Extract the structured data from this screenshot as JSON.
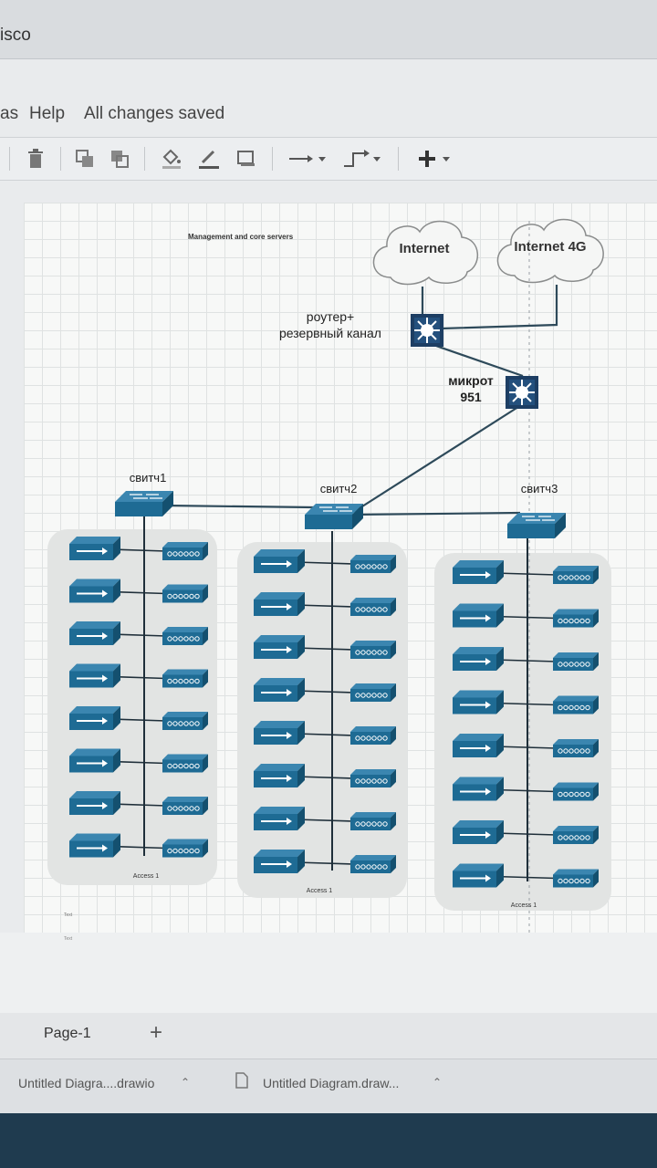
{
  "window": {
    "title": "isco"
  },
  "menu": {
    "partial_item": "as",
    "help": "Help",
    "status": "All changes saved"
  },
  "toolbar": {
    "delete_icon": "trash-icon",
    "to_front_icon": "to-front-icon",
    "to_back_icon": "to-back-icon",
    "fill_icon": "fill-color-icon",
    "line_icon": "line-color-icon",
    "shadow_icon": "shadow-icon",
    "connection_icon": "connection-arrow-icon",
    "waypoint_icon": "waypoint-icon",
    "insert_icon": "plus-icon"
  },
  "diagram": {
    "heading": "Management and core servers",
    "cloud_internet": "Internet",
    "cloud_internet4g": "Internet 4G",
    "router_label_1": "роутер+",
    "router_label_2": "резервный канал",
    "mikrot_label_1": "микрот",
    "mikrot_label_2": "951",
    "switch1": "свитч1",
    "switch2": "свитч2",
    "switch3": "свитч3",
    "access1": "Access 1",
    "access2": "Access 1",
    "access3": "Access 1",
    "stray_1": "Text",
    "stray_2": "Text"
  },
  "pages": {
    "current": "Page-1",
    "add": "+"
  },
  "downloads": {
    "file1": "Untitled Diagra....drawio",
    "file2": "Untitled Diagram.draw..."
  },
  "colors": {
    "cisco_blue": "#1e6b94",
    "dark_router": "#1d3e63",
    "group_gray": "#e2e4e3"
  }
}
